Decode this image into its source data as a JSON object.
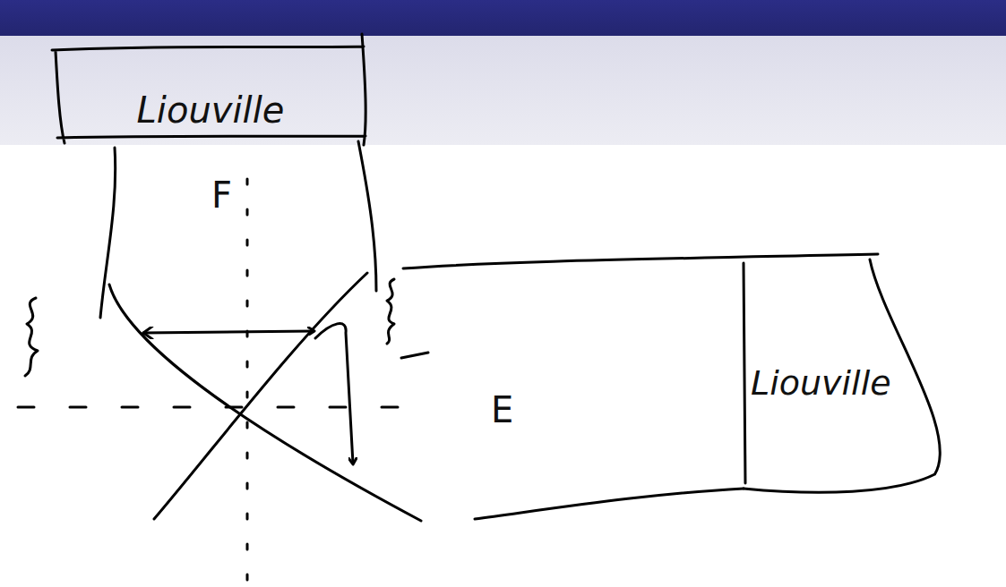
{
  "diagram": {
    "nodes": [
      {
        "text": [
          "Liouville"
        ]
      },
      {
        "text": [
          "Liouville"
        ]
      }
    ],
    "labels": [
      "F",
      "E"
    ]
  }
}
